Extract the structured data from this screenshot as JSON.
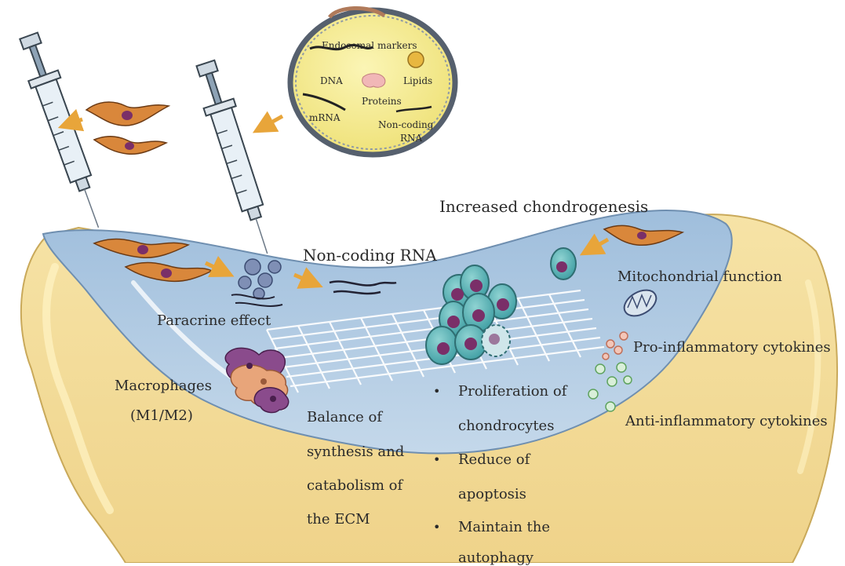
{
  "vesicle": {
    "endosomal_markers": "Endosomal  markers",
    "dna": "DNA",
    "lipids": "Lipids",
    "proteins": "Proteins",
    "mrna": "mRNA",
    "noncoding_line1": "Non-coding",
    "noncoding_line2": "RNA"
  },
  "labels": {
    "increased_chondrogenesis": "Increased chondrogenesis",
    "non_coding_rna": "Non-coding RNA",
    "mitochondrial_function": "Mitochondrial function",
    "paracrine_effect": "Paracrine effect",
    "pro_inflammatory": "Pro-inflammatory cytokines",
    "anti_inflammatory": "Anti-inflammatory cytokines",
    "macrophages_line1": "Macrophages",
    "macrophages_line2": "(M1/M2)"
  },
  "ecm_balance": [
    "Balance of",
    "synthesis and",
    "catabolism of",
    "the ECM"
  ],
  "chondrocyte_effects": [
    [
      "Proliferation of",
      "chondrocytes"
    ],
    [
      "Reduce of",
      "apoptosis"
    ],
    [
      "Maintain the",
      "autophagy"
    ]
  ],
  "colors": {
    "bone_yellow": "#f3dc97",
    "bone_edge": "#c9a95a",
    "cartilage_blue": "#b7cfe6",
    "cartilage_edge": "#6f8fb0",
    "vesicle_fill": "#f6ee9c",
    "vesicle_membrane": "#56606e",
    "cell_teal": "#5fb4b6",
    "nucleus_purple": "#7a2f68",
    "msc_orange": "#d9873b",
    "arrow_orange": "#e8a53a"
  }
}
